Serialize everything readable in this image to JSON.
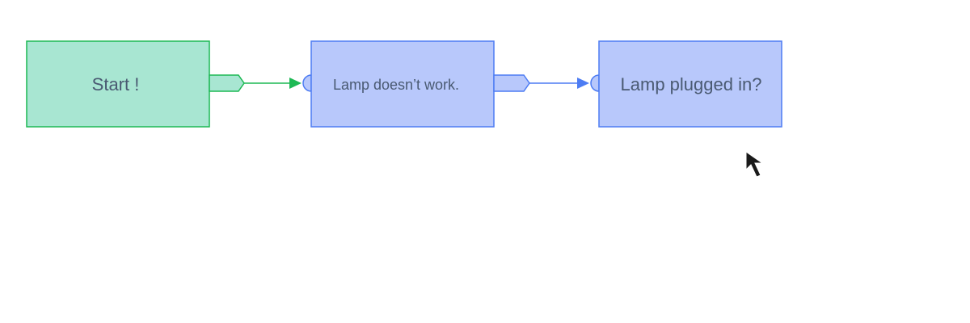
{
  "colors": {
    "start_fill": "#a8e6d2",
    "start_stroke": "#1db954",
    "step_fill": "#b8c8fb",
    "step_stroke": "#4d7cf3",
    "text": "#4a5a72",
    "cursor": "#1a1a1a"
  },
  "nodes": [
    {
      "id": "start",
      "label": "Start !"
    },
    {
      "id": "lamp-doesnt-work",
      "label": "Lamp doesn’t work."
    },
    {
      "id": "lamp-plugged-in",
      "label": "Lamp plugged in?"
    }
  ],
  "edges": [
    {
      "from": "start",
      "to": "lamp-doesnt-work"
    },
    {
      "from": "lamp-doesnt-work",
      "to": "lamp-plugged-in"
    }
  ],
  "icons": {
    "cursor": "mouse-pointer-icon"
  }
}
